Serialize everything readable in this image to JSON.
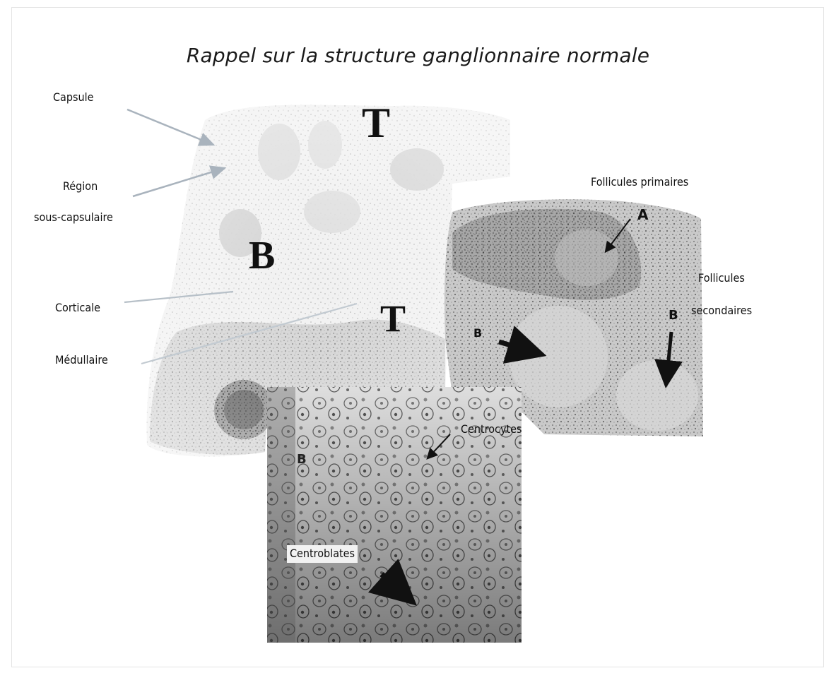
{
  "title": "Rappel sur la structure ganglionnaire normale",
  "labels": {
    "capsule": "Capsule",
    "region_line1": "Région",
    "region_line2": "sous-capsulaire",
    "corticale": "Corticale",
    "medullaire": "Médullaire",
    "follicules_primaires": "Follicules primaires",
    "follicules_line1": "Follicules",
    "follicules_line2": "secondaires",
    "centrocytes": "Centrocytes",
    "centroblates": "Centroblates"
  },
  "letters": {
    "t_top": "T",
    "t_mid": "T",
    "b_left": "B",
    "a_right": "A",
    "b_right_small": "B",
    "b_right_edge": "B",
    "b_bottom": "B"
  },
  "colors": {
    "text": "#111111",
    "pointer_light": "#a9b3bd",
    "pointer_dark": "#111111",
    "tissue_light": "#d8d8d8",
    "tissue_dark": "#3a3a3a"
  }
}
